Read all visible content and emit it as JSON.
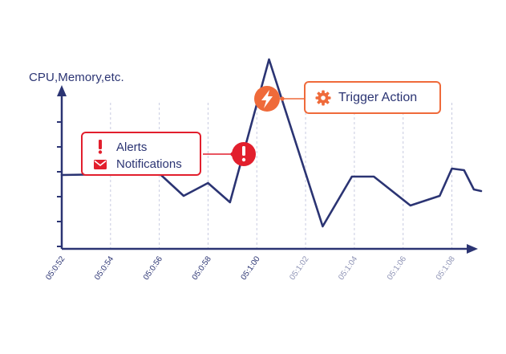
{
  "chart_data": {
    "type": "line",
    "ylabel": "CPU,Memory,etc.",
    "x_ticks": [
      "05:0:52",
      "05:0:54",
      "05:0:56",
      "05:0:58",
      "05:1:00",
      "05:1:02",
      "05:1:04",
      "05:1:06",
      "05:1:08"
    ],
    "x_range_seconds": [
      52,
      69.2
    ],
    "y_range": [
      0,
      10
    ],
    "grid": "vertical dashed",
    "series": [
      {
        "x": [
          52.0,
          56.0,
          57.0,
          58.0,
          58.9,
          60.5,
          62.7,
          63.9,
          64.8,
          66.3,
          67.5,
          68.0,
          68.5,
          68.9,
          69.2
        ],
        "y": [
          4.6,
          4.7,
          3.3,
          4.1,
          2.9,
          11.8,
          1.4,
          4.5,
          4.5,
          2.7,
          3.3,
          5.0,
          4.9,
          3.7,
          3.6
        ]
      }
    ]
  },
  "annotations": {
    "alerts": {
      "label": "Alerts",
      "icon": "exclamation-icon",
      "color": "#e21f2d"
    },
    "notifications": {
      "label": "Notifications",
      "icon": "envelope-icon",
      "color": "#e21f2d"
    },
    "trigger": {
      "label": "Trigger Action",
      "icon": "gear-icon",
      "color": "#ef6a3a"
    }
  },
  "colors": {
    "line": "#2b3473",
    "axis": "#2b3473",
    "alert": "#e21f2d",
    "trigger": "#ef6a3a",
    "tick_dark": "#2b3473",
    "tick_light": "#8e93b5"
  }
}
